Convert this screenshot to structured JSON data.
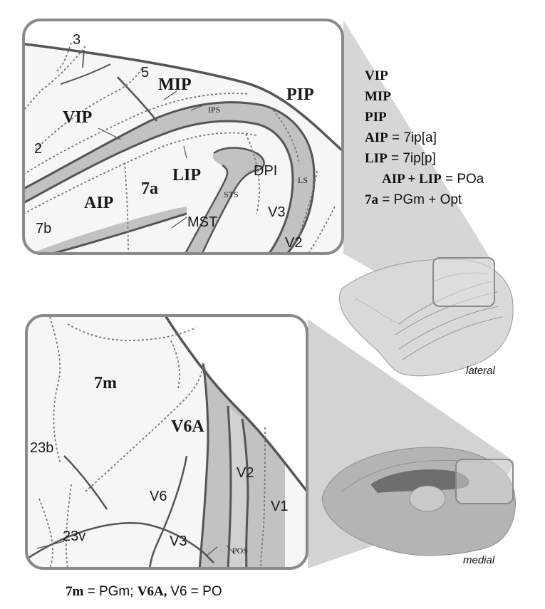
{
  "lateral_panel": {
    "labels": {
      "a3": "3",
      "a5": "5",
      "mip": "MIP",
      "pip": "PIP",
      "ips": "IPS",
      "vip": "VIP",
      "a2": "2",
      "lip": "LIP",
      "a7a": "7a",
      "dpi": "DPI",
      "ls": "LS",
      "sts": "STS",
      "aip": "AIP",
      "v3": "V3",
      "a7b": "7b",
      "mst": "MST",
      "v2": "V2"
    }
  },
  "legend": {
    "l1": {
      "b": "VIP"
    },
    "l2": {
      "b": "MIP"
    },
    "l3": {
      "b": "PIP"
    },
    "l4": {
      "b": "AIP",
      "r": " = 7ip[a]"
    },
    "l5": {
      "b": "LIP",
      "r": " = 7ip[p]"
    },
    "l6": {
      "b": "AIP + LIP",
      "r": " = POa"
    },
    "l7": {
      "b": "7a",
      "r": " = PGm + Opt"
    }
  },
  "views": {
    "lateral": "lateral",
    "medial": "medial"
  },
  "medial_panel": {
    "labels": {
      "a7m": "7m",
      "v6a": "V6A",
      "a23b": "23b",
      "v2": "V2",
      "v6": "V6",
      "v1": "V1",
      "a23v": "23v",
      "v3": "V3",
      "pos": "POS"
    }
  },
  "caption": {
    "b1": "7m",
    "r1": " = PGm; ",
    "b2": "V6A, ",
    "r2": "V6 = PO"
  },
  "colors": {
    "frame": "#8a8a8a",
    "sulcus": "#555555",
    "gray_band": "#c2c2c2",
    "panel_fill": "#f6f6f6",
    "shadow": "#cfcfcf"
  }
}
